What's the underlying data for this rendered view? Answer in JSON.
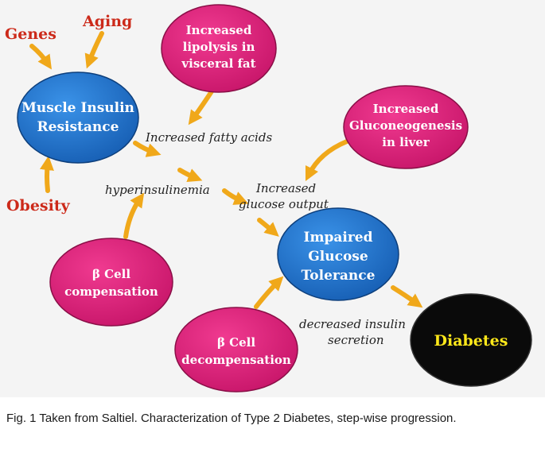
{
  "factors": {
    "genes": "Genes",
    "aging": "Aging",
    "obesity": "Obesity"
  },
  "nodes": {
    "muscle": [
      "Muscle Insulin",
      "Resistance"
    ],
    "lipolysis": [
      "Increased",
      "lipolysis in",
      "visceral fat"
    ],
    "gluconeo": [
      "Increased",
      "Gluconeogenesis",
      "in liver"
    ],
    "bcell_comp": [
      "β Cell",
      "compensation"
    ],
    "igt": [
      "Impaired",
      "Glucose",
      "Tolerance"
    ],
    "bcell_decomp": [
      "β Cell",
      "decompensation"
    ],
    "diabetes": [
      "Diabetes"
    ]
  },
  "labels": {
    "fatty_acids": "Increased fatty acids",
    "hyperinsulinemia": "hyperinsulinemia",
    "glucose_output": [
      "Increased",
      "glucose output"
    ],
    "decreased_insulin": [
      "decreased insulin",
      "secretion"
    ]
  },
  "colors": {
    "blue_node": "#1f74cf",
    "magenta_node": "#e0207a",
    "black_node": "#0a0a0a",
    "diabetes_text": "#ffe81a",
    "arrow": "#f0a81a",
    "factor_text": "#cc2a1a"
  },
  "caption": "Fig. 1 Taken from Saltiel. Characterization of Type 2 Diabetes, step-wise progression."
}
